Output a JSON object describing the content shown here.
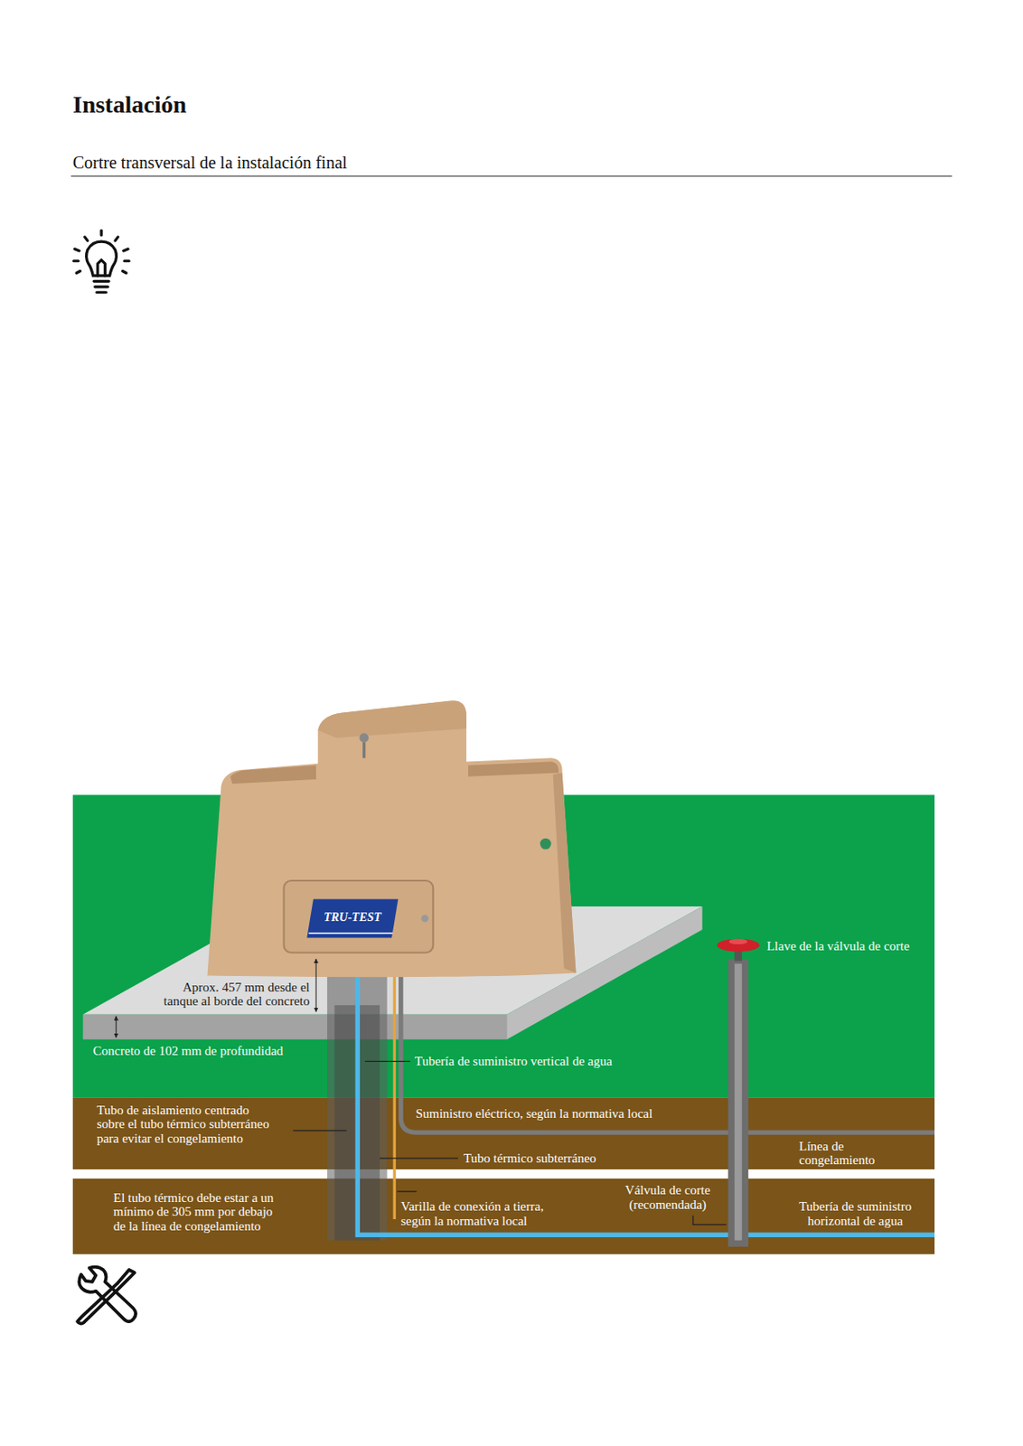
{
  "diagram": {
    "title": "Instalación",
    "labels": [
      "Cortre transversal de la instalación final",
      "TRU-TEST",
      "Llave de la válvula de corte",
      "Aprox. 457 mm desde el tanque al borde del concreto",
      "Concreto de 102 mm de profundidad",
      "Tubería de suministro vertical de agua",
      "Tubo de aislamiento centrado sobre el tubo térmico subterráneo para evitar el congelamiento",
      "Suministro eléctrico, según la normativa local",
      "Tubo térmico subterráneo",
      "Línea de congelamiento",
      "El tubo térmico debe estar a un mínimo de 305 mm por debajo de la línea de congelamiento",
      "Válvula de corte (recomendada)",
      "Varilla de conexión a tierra, según la normativa local",
      "Tubería de suministro horizontal de agua"
    ]
  }
}
